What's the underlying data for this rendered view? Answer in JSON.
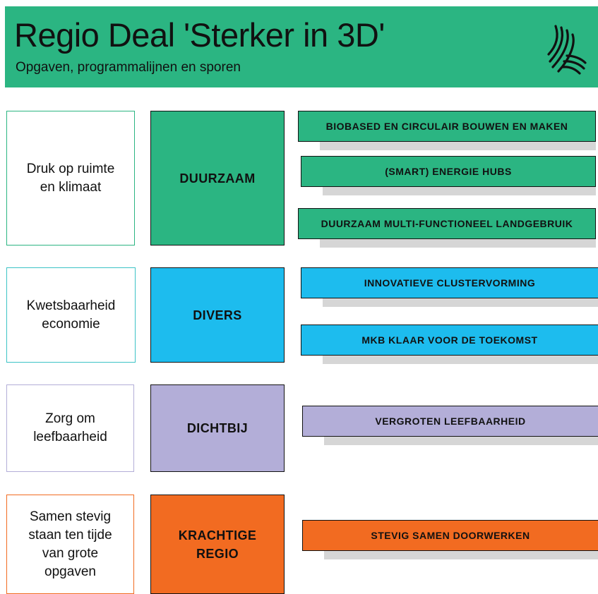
{
  "header": {
    "title": "Regio Deal 'Sterker in 3D'",
    "subtitle": "Opgaven, programmalijnen en sporen",
    "bg_color": "#2bb582",
    "logo_icon": "lines-logo-icon"
  },
  "rows": [
    {
      "color": "#2bb582",
      "border_color": "#2bb582",
      "opgave": "Druk op ruimte\nen klimaat",
      "programma": "DUURZAAM",
      "sporen": [
        "BIOBASED EN CIRCULAIR BOUWEN EN MAKEN",
        "(SMART) ENERGIE HUBS",
        "DUURZAAM MULTI-FUNCTIONEEL LANDGEBRUIK"
      ]
    },
    {
      "color": "#1dbcee",
      "border_color": "#3cc3c6",
      "opgave": "Kwetsbaarheid\neconomie",
      "programma": "DIVERS",
      "sporen": [
        "INNOVATIEVE CLUSTERVORMING",
        "MKB KLAAR VOOR DE TOEKOMST"
      ]
    },
    {
      "color": "#b3aed8",
      "border_color": "#b3aed8",
      "opgave": "Zorg om\nleefbaarheid",
      "programma": "DICHTBIJ",
      "sporen": [
        "VERGROTEN LEEFBAARHEID"
      ]
    },
    {
      "color": "#f26b21",
      "border_color": "#f26b21",
      "opgave": "Samen stevig\nstaan ten tijde\nvan grote\nopgaven",
      "programma": "KRACHTIGE\nREGIO",
      "sporen": [
        "STEVIG SAMEN DOORWERKEN"
      ]
    }
  ]
}
